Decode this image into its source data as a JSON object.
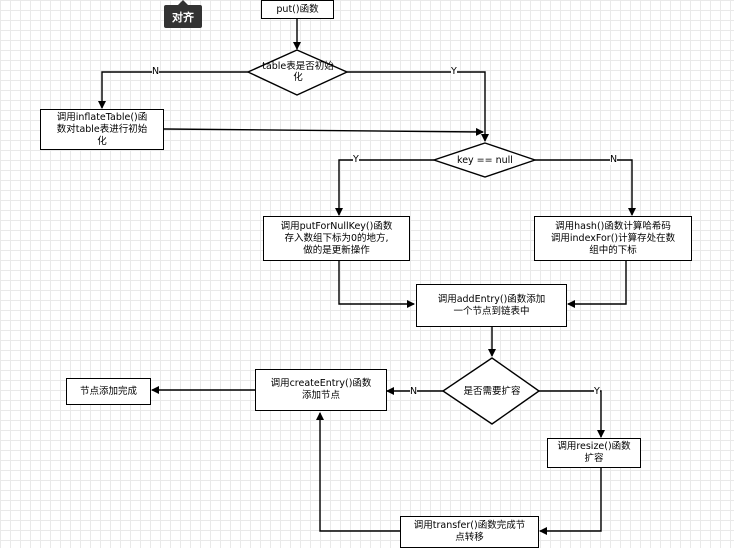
{
  "toolbar": {
    "tooltip": "对齐"
  },
  "nodes": {
    "put": "put()函数",
    "table_check": "table表是否初始\n化",
    "inflate": "调用inflateTable()函\n数对table表进行初始\n化",
    "key_null": "key == null",
    "put_null_key": "调用putForNullKey()函数\n存入数组下标为0的地方,\n做的是更新操作",
    "hash": "调用hash()函数计算哈希码\n调用indexFor()计算存处在数\n组中的下标",
    "add_entry": "调用addEntry()函数添加\n一个节点到链表中",
    "resize_check": "是否需要扩容",
    "create_entry": "调用createEntry()函数\n添加节点",
    "done": "节点添加完成",
    "resize": "调用resize()函数\n扩容",
    "transfer": "调用transfer()函数完成节\n点转移"
  },
  "edges": {
    "table_no": "N",
    "table_yes": "Y",
    "key_yes": "Y",
    "key_no": "N",
    "resize_no": "N",
    "resize_yes": "Y"
  },
  "colors": {
    "stroke": "#000000",
    "grid": "#e9e9e9",
    "tooltip_bg": "#333333"
  }
}
